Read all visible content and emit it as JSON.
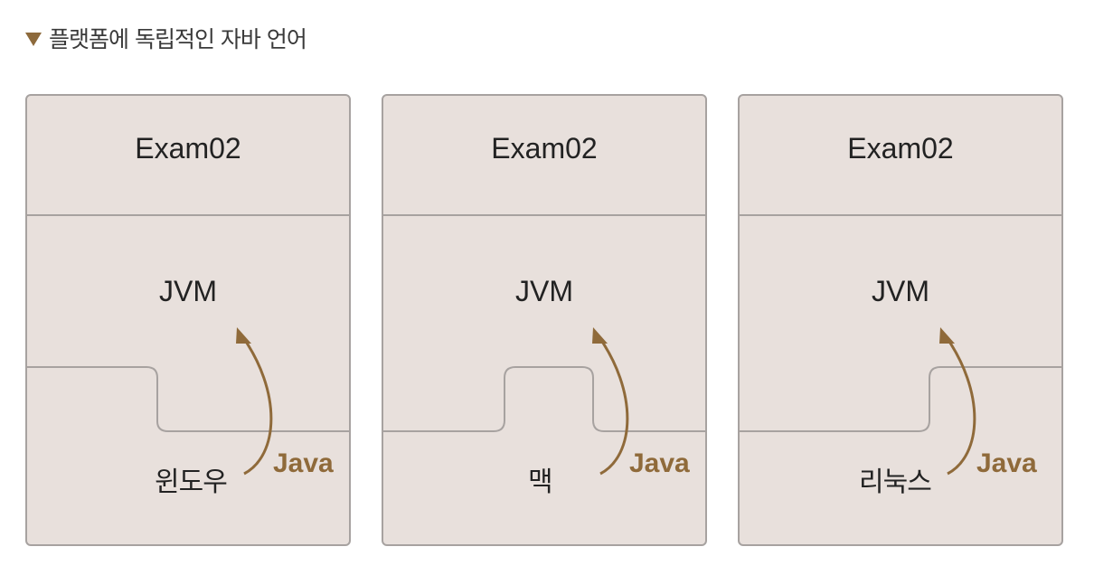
{
  "caption": "플랫폼에 독립적인 자바 언어",
  "colors": {
    "panel_fill": "#e8e0dc",
    "panel_border": "#a7a2a0",
    "accent": "#8f6a3a"
  },
  "panels": [
    {
      "app": "Exam02",
      "vm": "JVM",
      "os": "윈도우",
      "language": "Java"
    },
    {
      "app": "Exam02",
      "vm": "JVM",
      "os": "맥",
      "language": "Java"
    },
    {
      "app": "Exam02",
      "vm": "JVM",
      "os": "리눅스",
      "language": "Java"
    }
  ]
}
